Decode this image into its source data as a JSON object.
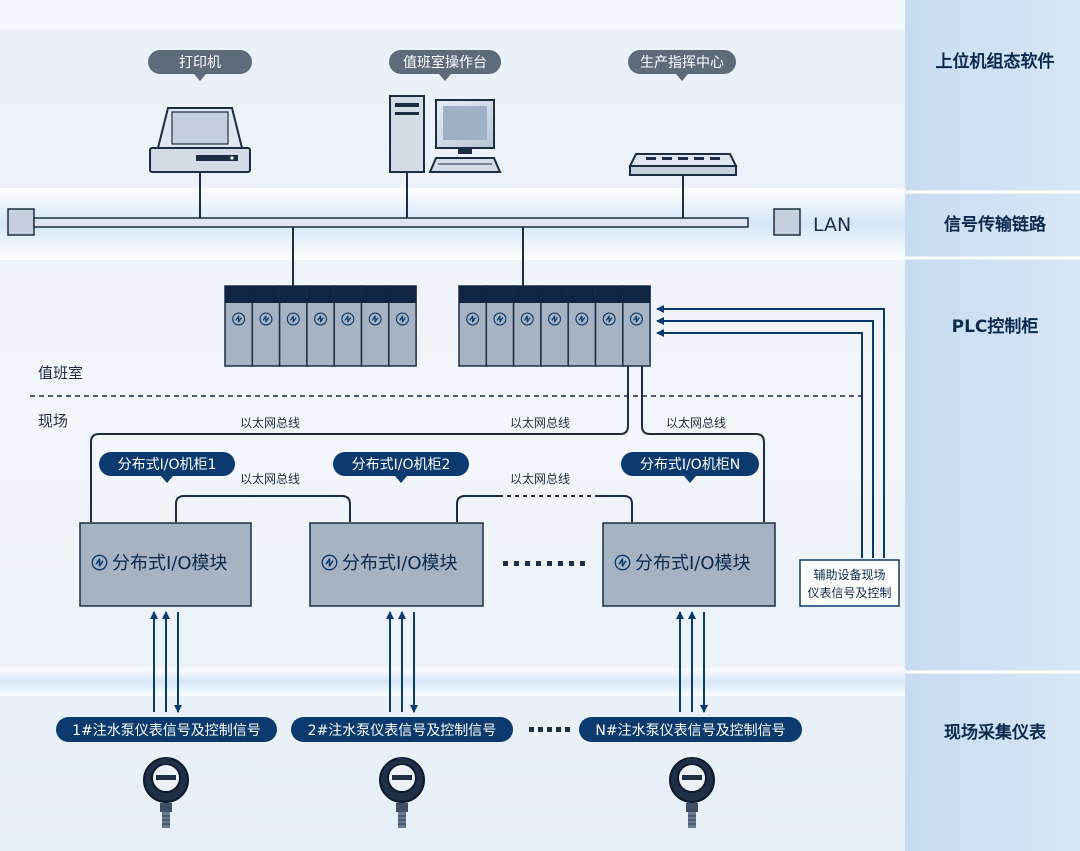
{
  "bands": {
    "upper": "上位机组态软件",
    "signal": "信号传输链路",
    "plc": "PLC控制柜",
    "field": "现场采集仪表"
  },
  "top_devices": {
    "printer": "打印机",
    "workstation": "值班室操作台",
    "command_center": "生产指挥中心"
  },
  "lan_label": "LAN",
  "zones": {
    "duty_room": "值班室",
    "field": "现场"
  },
  "ethernet_label": "以太网总线",
  "cabinets": [
    "分布式I/O机柜1",
    "分布式I/O机柜2",
    "分布式I/O机柜N"
  ],
  "module_label": "分布式I/O模块",
  "aux_label_line1": "辅助设备现场",
  "aux_label_line2": "仪表信号及控制",
  "instruments": [
    "1#注水泵仪表信号及控制信号",
    "2#注水泵仪表信号及控制信号",
    "N#注水泵仪表信号及控制信号"
  ],
  "colors": {
    "navy": "#0b3a6e",
    "bubble_gray": "#5f6b7a",
    "module_fill": "#a7b2c3",
    "side_panel": "#cfe0f3",
    "band_light": "#dbe9f7"
  }
}
